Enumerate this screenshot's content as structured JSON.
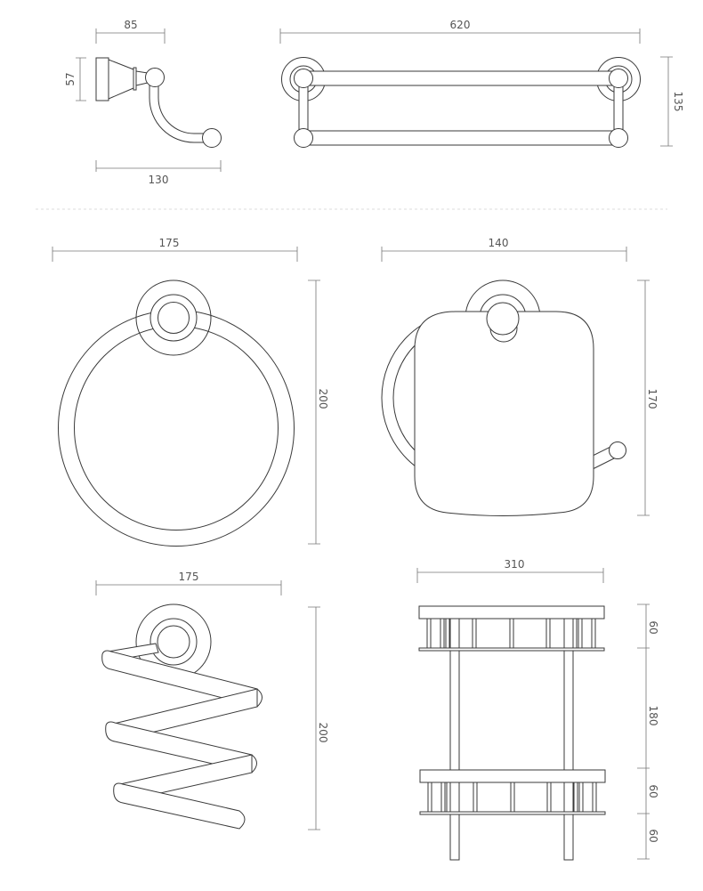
{
  "diagram": {
    "items": [
      {
        "name": "robe-hook",
        "dimensions": [
          "85",
          "57",
          "130"
        ]
      },
      {
        "name": "double-towel-rail",
        "dimensions": [
          "620",
          "135"
        ]
      },
      {
        "name": "towel-ring",
        "dimensions": [
          "175",
          "200"
        ]
      },
      {
        "name": "toilet-roll-holder",
        "dimensions": [
          "140",
          "170"
        ]
      },
      {
        "name": "hair-dryer-holder",
        "dimensions": [
          "175",
          "200"
        ]
      },
      {
        "name": "double-shelf",
        "dimensions": [
          "310",
          "60",
          "180",
          "60",
          "60"
        ]
      }
    ]
  },
  "colors": {
    "outline": "#3a3a3a",
    "dimension": "#777777",
    "label": "#555555",
    "background": "#ffffff"
  }
}
